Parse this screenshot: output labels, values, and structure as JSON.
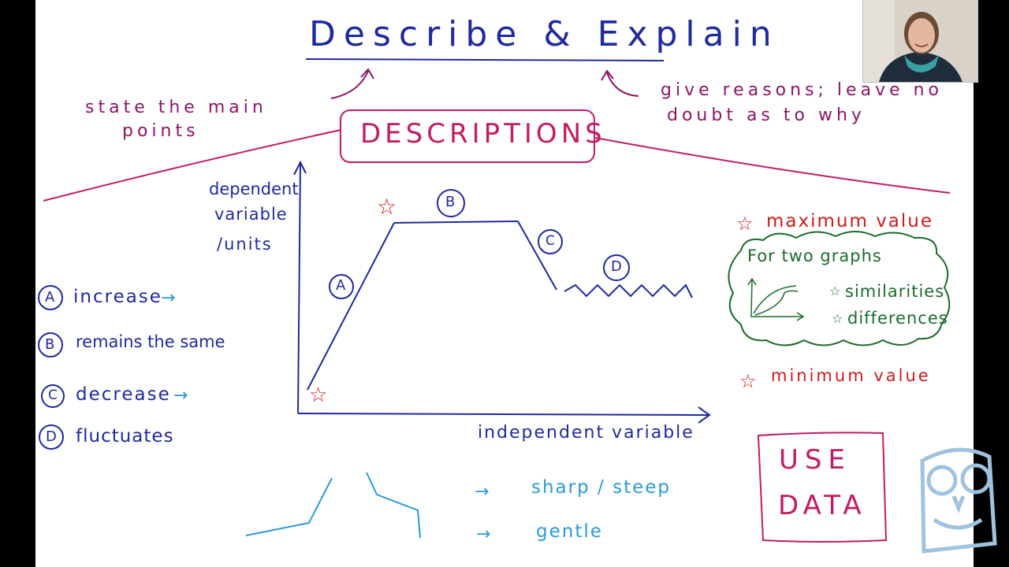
{
  "title": "Describe & Explain",
  "describe_note": [
    "state the main",
    "points"
  ],
  "explain_note": [
    "give reasons; leave no",
    "doubt as to why"
  ],
  "descriptions_box": "DESCRIPTIONS",
  "graph": {
    "y_axis_label": [
      "dependent",
      "variable",
      "/units"
    ],
    "x_axis_label": "independent variable",
    "segment_labels": [
      "A",
      "B",
      "C",
      "D"
    ]
  },
  "legend": [
    {
      "letter": "A",
      "text": "increase",
      "arrow": "→"
    },
    {
      "letter": "B",
      "text": "remains the same",
      "arrow": ""
    },
    {
      "letter": "C",
      "text": "decrease",
      "arrow": "→"
    },
    {
      "letter": "D",
      "text": "fluctuates",
      "arrow": ""
    }
  ],
  "right_notes": {
    "maximum": "maximum value",
    "minimum": "minimum value",
    "two_graphs_title": "For two graphs",
    "similarities": "similarities",
    "differences": "differences"
  },
  "steepness": {
    "sharp": "sharp / steep",
    "gentle": "gentle"
  },
  "use_data": [
    "USE",
    "DATA"
  ],
  "colors": {
    "blue": "#1f2a9c",
    "magenta": "#8c1566",
    "pink": "#c21b64",
    "red": "#d11a1a",
    "green": "#1b6b2b",
    "cyan": "#2a9bd6",
    "owl": "#9fc3de"
  }
}
